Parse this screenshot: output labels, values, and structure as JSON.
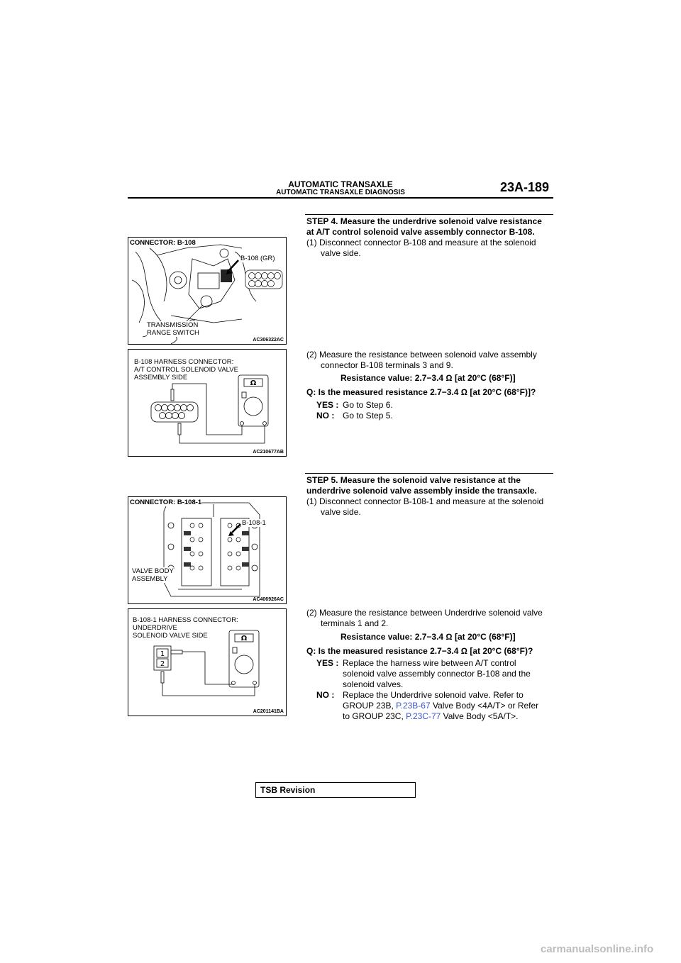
{
  "header": {
    "title": "AUTOMATIC TRANSAXLE",
    "subtitle": "AUTOMATIC TRANSAXLE DIAGNOSIS",
    "page": "23A-189"
  },
  "figures": [
    {
      "label1": "CONNECTOR: B-108",
      "label2": "B-108 (GR)",
      "label3a": "TRANSMISSION",
      "label3b": "RANGE SWITCH",
      "code": "AC306322AC"
    },
    {
      "label1": "B-108 HARNESS CONNECTOR:",
      "label2": "A/T CONTROL SOLENOID VALVE",
      "label3": "ASSEMBLY SIDE",
      "code": "AC210677AB"
    },
    {
      "label1": "CONNECTOR: B-108-1",
      "label2": "B-108-1",
      "label3a": "VALVE BODY",
      "label3b": "ASSEMBLY",
      "code": "AC406926AC"
    },
    {
      "label1": "B-108-1 HARNESS CONNECTOR:",
      "label2": "UNDERDRIVE",
      "label3": "SOLENOID VALVE SIDE",
      "code": "AC201141BA"
    }
  ],
  "step4": {
    "heading1": "STEP 4. Measure the underdrive solenoid valve resistance",
    "heading2": "at A/T control solenoid valve assembly connector B-108.",
    "item1a": "(1) Disconnect connector B-108 and measure at the solenoid",
    "item1b": "valve side.",
    "item2a": "(2) Measure the resistance between solenoid valve assembly",
    "item2b": "connector B-108 terminals 3 and 9.",
    "spec": "Resistance value: 2.7−3.4 Ω [at 20°C (68°F)]",
    "question": "Q: Is the measured resistance 2.7−3.4 Ω [at 20°C (68°F)]?",
    "yes_label": "YES :",
    "yes_text": "Go to Step 6.",
    "no_label": "NO :",
    "no_text": "Go to Step 5."
  },
  "step5": {
    "heading1": "STEP 5. Measure the solenoid valve resistance at the",
    "heading2": "underdrive solenoid valve assembly inside the transaxle.",
    "item1a": "(1) Disconnect connector B-108-1 and measure at the solenoid",
    "item1b": "valve side.",
    "item2a": "(2) Measure the resistance between Underdrive solenoid valve",
    "item2b": "terminals 1 and 2.",
    "spec": "Resistance value: 2.7−3.4 Ω [at 20°C (68°F)]",
    "question": "Q: Is the measured resistance 2.7−3.4 Ω [at 20°C (68°F)?",
    "yes_label": "YES :",
    "yes_1": "Replace the harness wire between A/T control",
    "yes_2": "solenoid valve assembly connector B-108 and the",
    "yes_3": "solenoid valves.",
    "no_label": "NO :",
    "no_1": "Replace the Underdrive solenoid valve. Refer to",
    "no_2a": "GROUP 23B, ",
    "no_2link": "P.23B-67",
    "no_2b": " Valve Body <4A/T> or Refer",
    "no_3a": "to GROUP 23C, ",
    "no_3link": "P.23C-77",
    "no_3b": " Valve Body <5A/T>."
  },
  "tsb": "TSB Revision",
  "footer": "carmanualsonline.info"
}
